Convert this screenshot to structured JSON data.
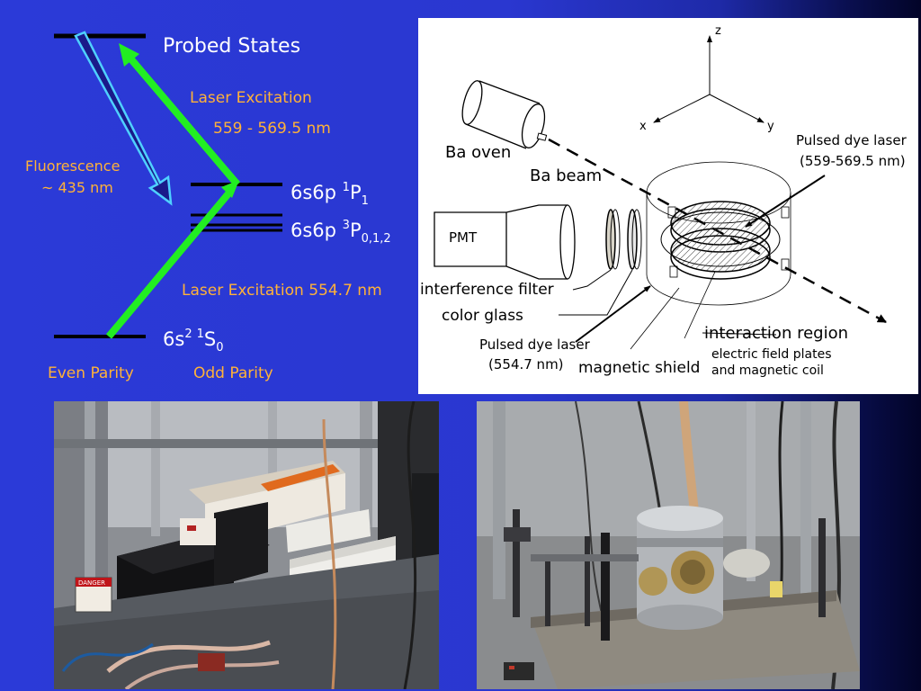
{
  "energy_diagram": {
    "probed_states": "Probed States",
    "laser_excitation_upper": "Laser Excitation",
    "laser_wavelength_upper": "559 - 569.5 nm",
    "fluorescence_label": "Fluorescence",
    "fluorescence_wavelength": "~ 435 nm",
    "state_1p1_prefix": "6s6p ",
    "state_1p1_sup": "1",
    "state_1p1_main": "P",
    "state_1p1_sub": "1",
    "state_3p_prefix": "6s6p ",
    "state_3p_sup": "3",
    "state_3p_main": "P",
    "state_3p_sub": "0,1,2",
    "laser_excitation_lower": "Laser Excitation 554.7 nm",
    "ground_prefix": "6s",
    "ground_sup1": "2",
    "ground_sup2": "1",
    "ground_main": "S",
    "ground_sub": "0",
    "even_parity": "Even Parity",
    "odd_parity": "Odd Parity",
    "colors": {
      "white": "#ffffff",
      "orange": "#ffb238",
      "green": "#22ee22",
      "dark_blue_arrow": "#1a1a8a",
      "cyan_outline": "#4fd0ff",
      "black_level": "#000000"
    }
  },
  "apparatus": {
    "axis_z": "z",
    "axis_x": "x",
    "axis_y": "y",
    "ba_oven": "Ba oven",
    "ba_beam": "Ba beam",
    "pulsed_dye_laser_top_1": "Pulsed dye laser",
    "pulsed_dye_laser_top_2": "(559-569.5 nm)",
    "pmt": "PMT",
    "interference_filter": "interference filter",
    "color_glass": "color glass",
    "interaction_region": "interaction region",
    "pulsed_dye_laser_bottom_1": "Pulsed dye laser",
    "pulsed_dye_laser_bottom_2": "(554.7 nm)",
    "magnetic_shield": "magnetic shield",
    "field_plates_1": "electric field plates",
    "field_plates_2": "and magnetic coil"
  },
  "photos": {
    "left_warning_sign": "DANGER"
  }
}
